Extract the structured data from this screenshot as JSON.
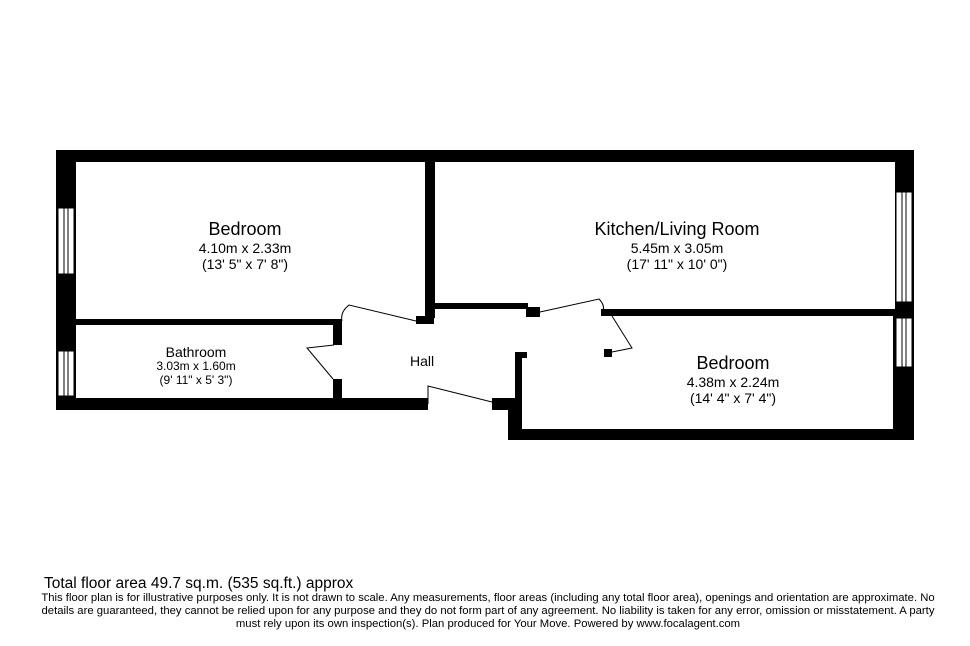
{
  "rooms": {
    "bedroom1": {
      "name": "Bedroom",
      "metric": "4.10m x 2.33m",
      "imperial": "(13' 5\" x 7' 8\")"
    },
    "kitchen": {
      "name": "Kitchen/Living Room",
      "metric": "5.45m x 3.05m",
      "imperial": "(17' 11\" x 10' 0\")"
    },
    "bathroom": {
      "name": "Bathroom",
      "metric": "3.03m x 1.60m",
      "imperial": "(9' 11\" x 5' 3\")"
    },
    "hall": {
      "name": "Hall"
    },
    "bedroom2": {
      "name": "Bedroom",
      "metric": "4.38m x 2.24m",
      "imperial": "(14' 4\" x 7' 4\")"
    }
  },
  "footer": {
    "total": "Total floor area 49.7 sq.m. (535 sq.ft.) approx",
    "disclaimer": "This floor plan is for illustrative purposes only. It is not drawn to scale. Any measurements, floor areas (including any total floor area), openings and orientation are approximate. No details are guaranteed, they cannot be relied upon for any purpose and they do not form part of any agreement. No liability is taken for any error, omission or misstatement. A party must rely upon its own inspection(s). Plan produced for Your Move. Powered by www.focalagent.com"
  },
  "colors": {
    "wall": "#000000",
    "background": "#ffffff",
    "window": "#ffffff"
  }
}
